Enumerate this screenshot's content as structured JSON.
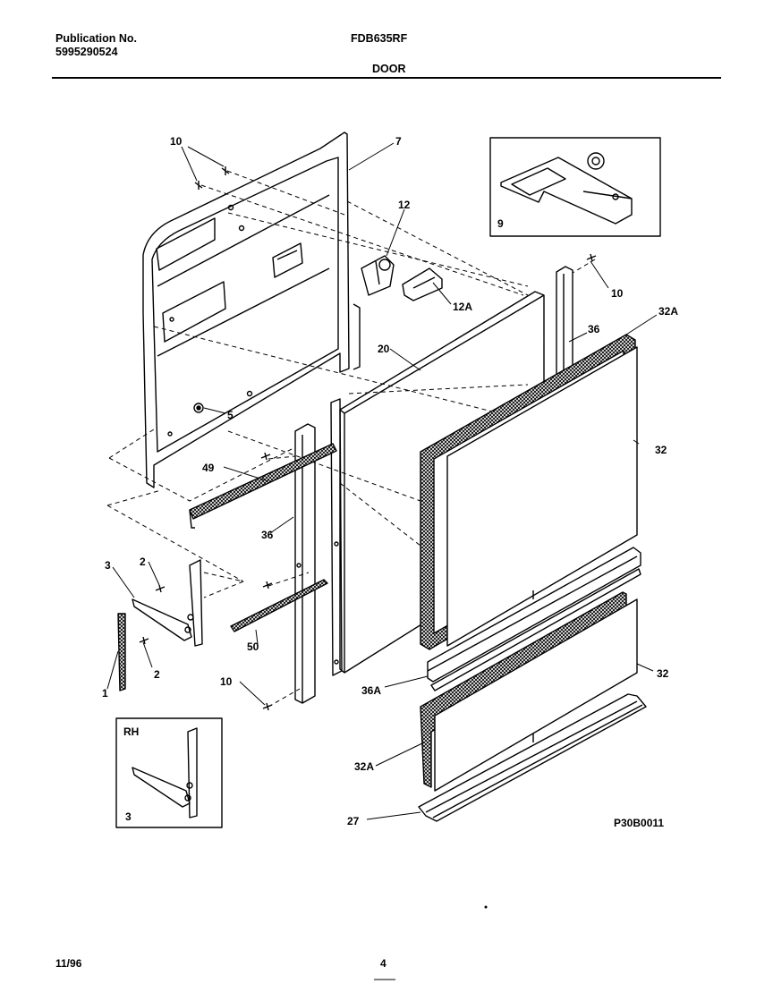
{
  "header": {
    "publication_label": "Publication No.",
    "publication_number": "5995290524",
    "model": "FDB635RF",
    "section": "DOOR"
  },
  "diagram": {
    "ref_code": "P30B0011",
    "inset_rh_label": "RH",
    "callouts": {
      "c10a": "10",
      "c7": "7",
      "c12": "12",
      "c12A": "12A",
      "c9": "9",
      "c10b": "10",
      "c36a": "36",
      "c32Aa": "32A",
      "c20": "20",
      "c5": "5",
      "c32a": "32",
      "c49": "49",
      "c36b": "36",
      "c3a": "3",
      "c2a": "2",
      "c2b": "2",
      "c1": "1",
      "c50": "50",
      "c10c": "10",
      "c36A": "36A",
      "c32b": "32",
      "c32Ab": "32A",
      "c27": "27",
      "c3b": "3"
    }
  },
  "footer": {
    "date": "11/96",
    "page": "4"
  }
}
